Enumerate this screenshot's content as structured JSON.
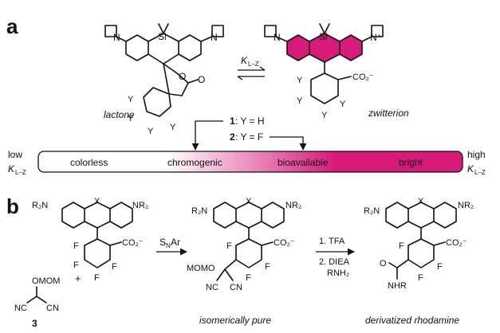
{
  "panel_a": {
    "label": "a",
    "lactone_label": "lactone",
    "zwitterion_label": "zwitterion",
    "equilibrium_label": "K",
    "equilibrium_sub": "L–Z",
    "si": "Si",
    "n_plus": "N⁺",
    "o": "O",
    "carbonyl_o": "O",
    "y": "Y",
    "co2": "CO₂⁻",
    "compound_1_num": "1",
    "compound_1_text": ": Y = H",
    "compound_2_num": "2",
    "compound_2_text": ": Y = F",
    "scale_low": "low",
    "scale_high": "high",
    "scale_k": "K",
    "scale_sub": "L–Z",
    "scale_words": [
      "colorless",
      "chromogenic",
      "bioavailable",
      "bright"
    ],
    "gradient_start": "#ffffff",
    "gradient_end": "#d81b7b"
  },
  "panel_b": {
    "label": "b",
    "r2n": "R₂N",
    "nr2": "NR₂",
    "x": "X",
    "f": "F",
    "co2": "CO₂⁻",
    "plus": "+",
    "omom": "OMOM",
    "mom": "MOMO",
    "nc": "NC",
    "cn": "CN",
    "compound_3": "3",
    "step1_reagent": "S",
    "step1_sub": "N",
    "step1_rest": "Ar",
    "step2_line1": "1. TFA",
    "step2_line2": "2. DIEA",
    "step2_line3": "RNH₂",
    "amide_o": "O",
    "nhr": "NHR",
    "label_middle": "isomerically pure",
    "label_right": "derivatized rhodamine"
  }
}
